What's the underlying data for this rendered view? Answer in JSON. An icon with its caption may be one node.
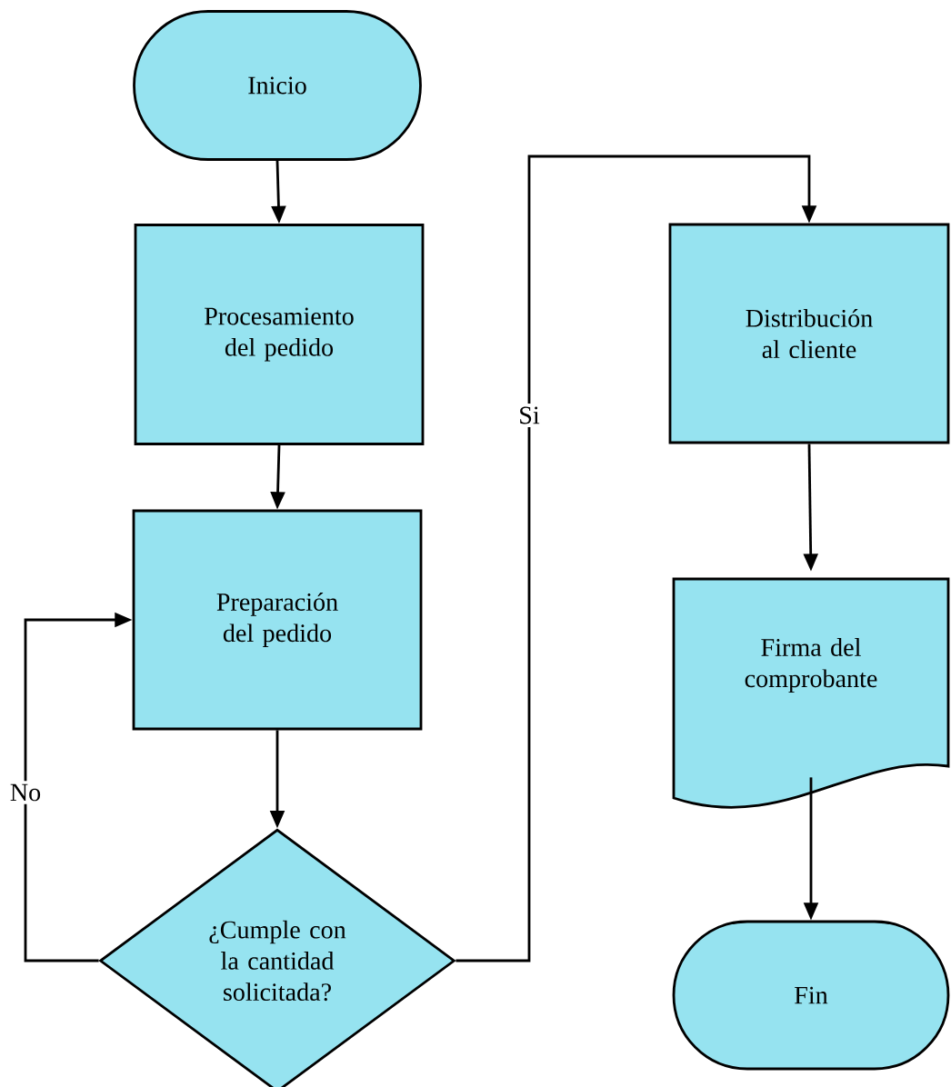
{
  "diagram": {
    "nodes": [
      {
        "text": [
          "Inicio"
        ]
      },
      {
        "text": [
          "Procesamiento del pedido"
        ]
      },
      {
        "text": [
          "Preparación del pedido"
        ]
      },
      {
        "text": [
          "¿Cumple con la cantidad solicitada?"
        ]
      },
      {
        "text": [
          "Distribución al cliente"
        ]
      },
      {
        "text": [
          "Firma del comprobante"
        ]
      },
      {
        "text": [
          "Fin"
        ]
      }
    ],
    "edges": [
      {
        "from": 0,
        "to": 1,
        "arrow": "to"
      },
      {
        "from": 1,
        "to": 2,
        "arrow": "to"
      },
      {
        "from": 2,
        "to": 3,
        "arrow": "to"
      },
      {
        "from": 3,
        "to": 2,
        "arrow": "to",
        "label": "No"
      },
      {
        "from": 3,
        "to": 4,
        "arrow": "to",
        "label": "Si"
      },
      {
        "from": 4,
        "to": 5,
        "arrow": "to"
      },
      {
        "from": 5,
        "to": 6,
        "arrow": "to"
      }
    ]
  }
}
